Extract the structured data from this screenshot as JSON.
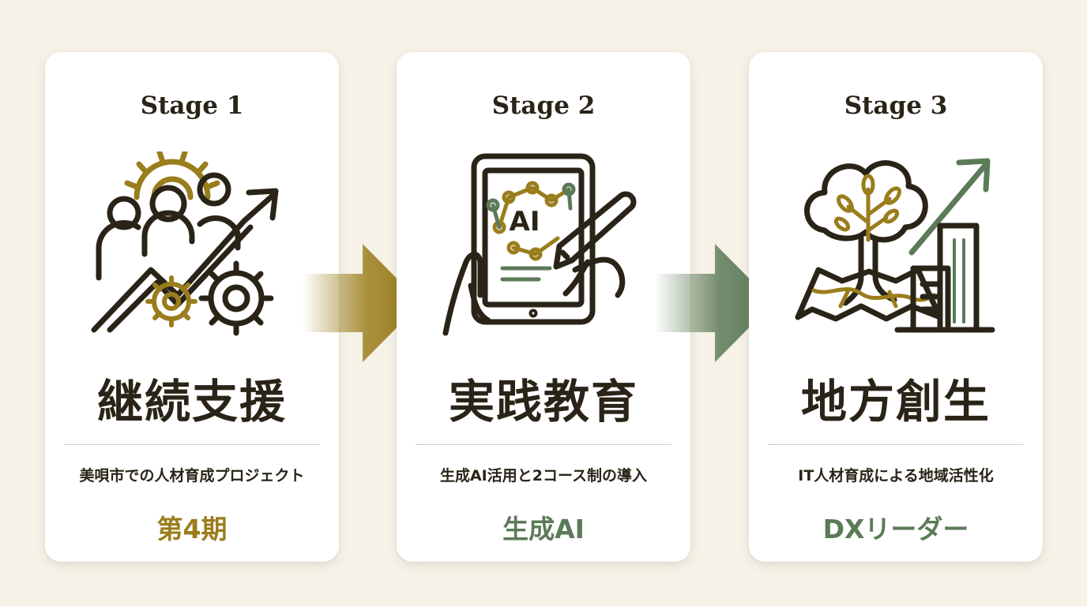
{
  "stages": [
    {
      "stage_label": "Stage 1",
      "heading": "継続支援",
      "description": "美唄市での人材育成プロジェクト",
      "tag": "第4期",
      "icon": "team-growth-gears-icon"
    },
    {
      "stage_label": "Stage 2",
      "heading": "実践教育",
      "description": "生成AI活用と2コース制の導入",
      "tag": "生成AI",
      "icon": "tablet-ai-stylus-icon",
      "icon_text": "AI"
    },
    {
      "stage_label": "Stage 3",
      "heading": "地方創生",
      "description": "IT人材育成による地域活性化",
      "tag": "DXリーダー",
      "icon": "tree-map-city-growth-icon"
    }
  ],
  "colors": {
    "background": "#f6f2e7",
    "card": "#ffffff",
    "text_dark": "#2a2418",
    "gold": "#9a7d1c",
    "green": "#5c7a58"
  }
}
